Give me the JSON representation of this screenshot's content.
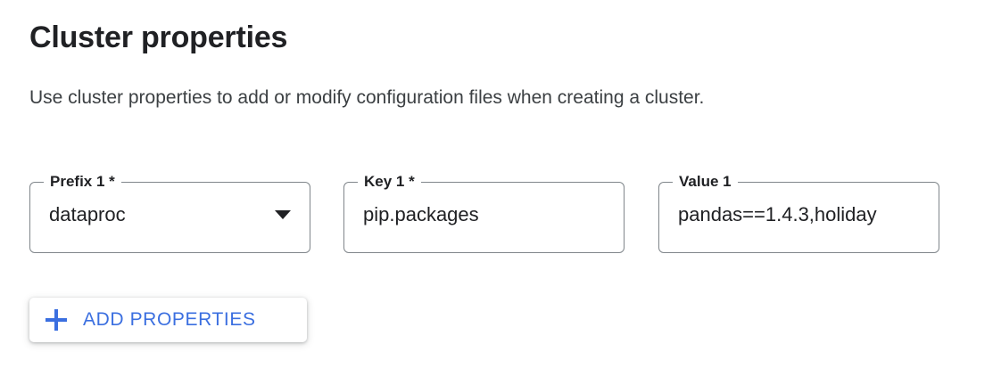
{
  "section": {
    "title": "Cluster properties",
    "description": "Use cluster properties to add or modify configuration files when creating a cluster."
  },
  "fields": [
    {
      "name": "prefix-1",
      "label": "Prefix 1 *",
      "value": "dataproc",
      "control": "select",
      "icon": "chevron-down-icon",
      "required": true
    },
    {
      "name": "key-1",
      "label": "Key 1 *",
      "value": "pip.packages",
      "control": "text",
      "required": true
    },
    {
      "name": "value-1",
      "label": "Value 1",
      "value": "pandas==1.4.3,holiday",
      "control": "text",
      "required": false
    }
  ],
  "add_button": {
    "label": "ADD PROPERTIES",
    "icon": "plus-icon",
    "color": "#3b6fe0"
  },
  "colors": {
    "text_primary": "#202124",
    "text_secondary": "#3c4043",
    "field_border": "#80868b",
    "accent_blue": "#3b6fe0",
    "background": "#ffffff"
  }
}
